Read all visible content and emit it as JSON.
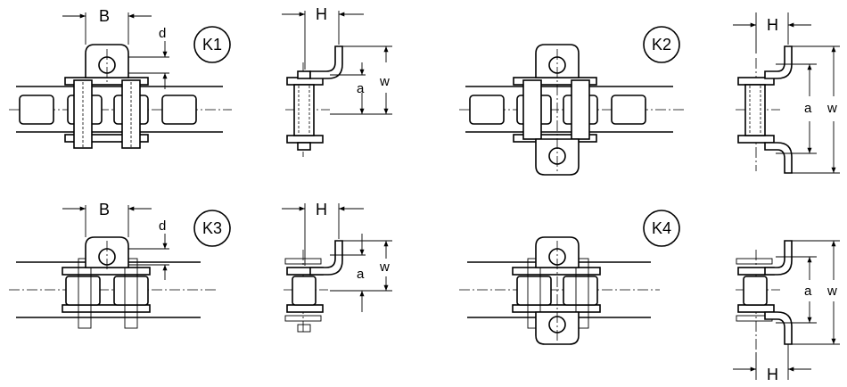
{
  "variants": {
    "k1": "K1",
    "k2": "K2",
    "k3": "K3",
    "k4": "K4"
  },
  "dims": {
    "B": "B",
    "H": "H",
    "d": "d",
    "a": "a",
    "w": "w"
  }
}
